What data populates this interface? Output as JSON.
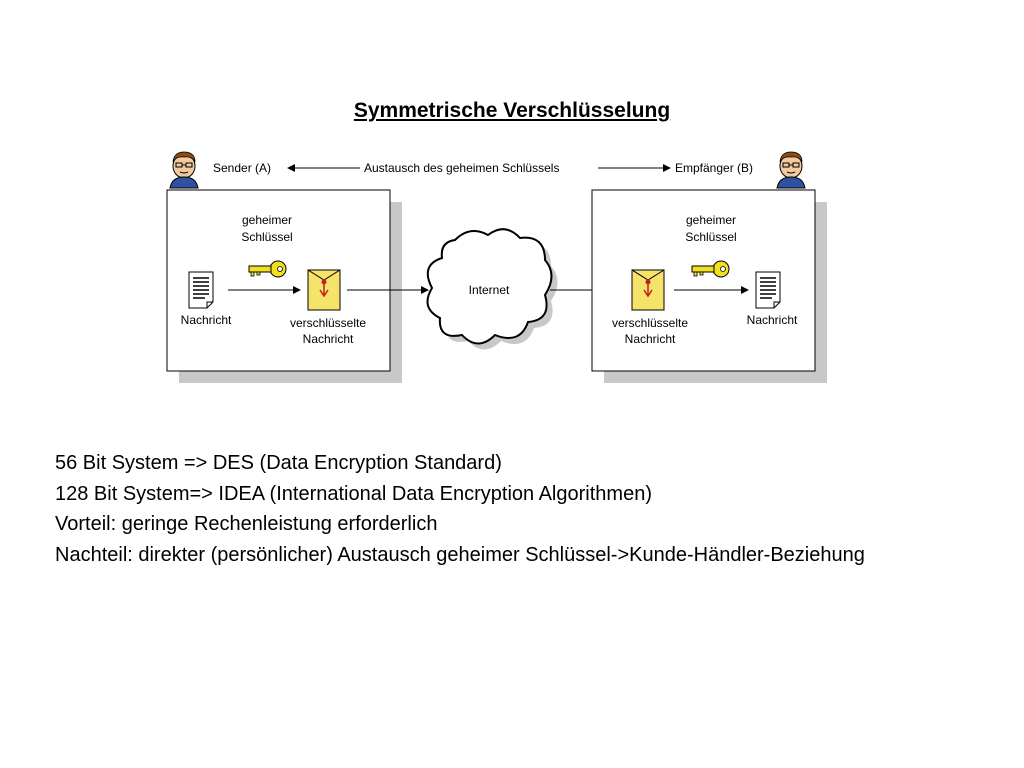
{
  "title": "Symmetrische Verschlüsselung",
  "diagram": {
    "sender": "Sender (A)",
    "exchange": "Austausch des geheimen Schlüssels",
    "receiver": "Empfänger (B)",
    "left_box": {
      "key_label_1": "geheimer",
      "key_label_2": "Schlüssel",
      "message": "Nachricht",
      "encrypted_1": "verschlüsselte",
      "encrypted_2": "Nachricht"
    },
    "cloud": "Internet",
    "right_box": {
      "key_label_1": "geheimer",
      "key_label_2": "Schlüssel",
      "encrypted_1": "verschlüsselte",
      "encrypted_2": "Nachricht",
      "message": "Nachricht"
    },
    "icons": [
      "person-icon",
      "key-icon",
      "document-icon",
      "envelope-icon",
      "cloud-icon"
    ]
  },
  "lines": [
    "56 Bit System => DES (Data Encryption Standard)",
    "128 Bit System=> IDEA (International Data Encryption Algorithmen)",
    "Vorteil: geringe Rechenleistung erforderlich",
    "Nachteil: direkter (persönlicher) Austausch geheimer Schlüssel->Kunde-Händler-Beziehung"
  ]
}
